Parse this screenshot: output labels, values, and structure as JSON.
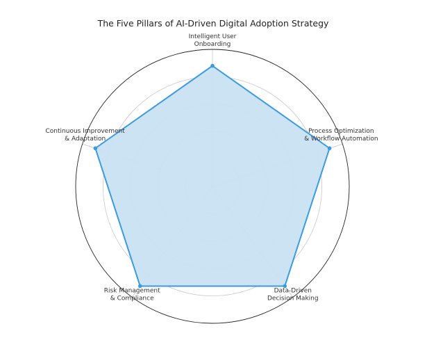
{
  "chart_data": {
    "type": "radar",
    "title": "The Five Pillars of AI-Driven Digital Adoption Strategy",
    "categories": [
      [
        "Intelligent User",
        "Onboarding"
      ],
      [
        "Process Optimization",
        "& Workflow Automation"
      ],
      [
        "Data-Driven",
        "Decision Making"
      ],
      [
        "Risk Management",
        "& Compliance"
      ],
      [
        "Continuous Improvement",
        "& Adaptation"
      ]
    ],
    "values": [
      8.8,
      9.0,
      9.0,
      9.0,
      9.0
    ],
    "rlim": [
      0,
      10
    ],
    "grid_values": [
      2,
      4,
      6,
      8
    ],
    "grid": true,
    "series_color": "#3a9be0",
    "fill_color": "#c9e2f3"
  }
}
